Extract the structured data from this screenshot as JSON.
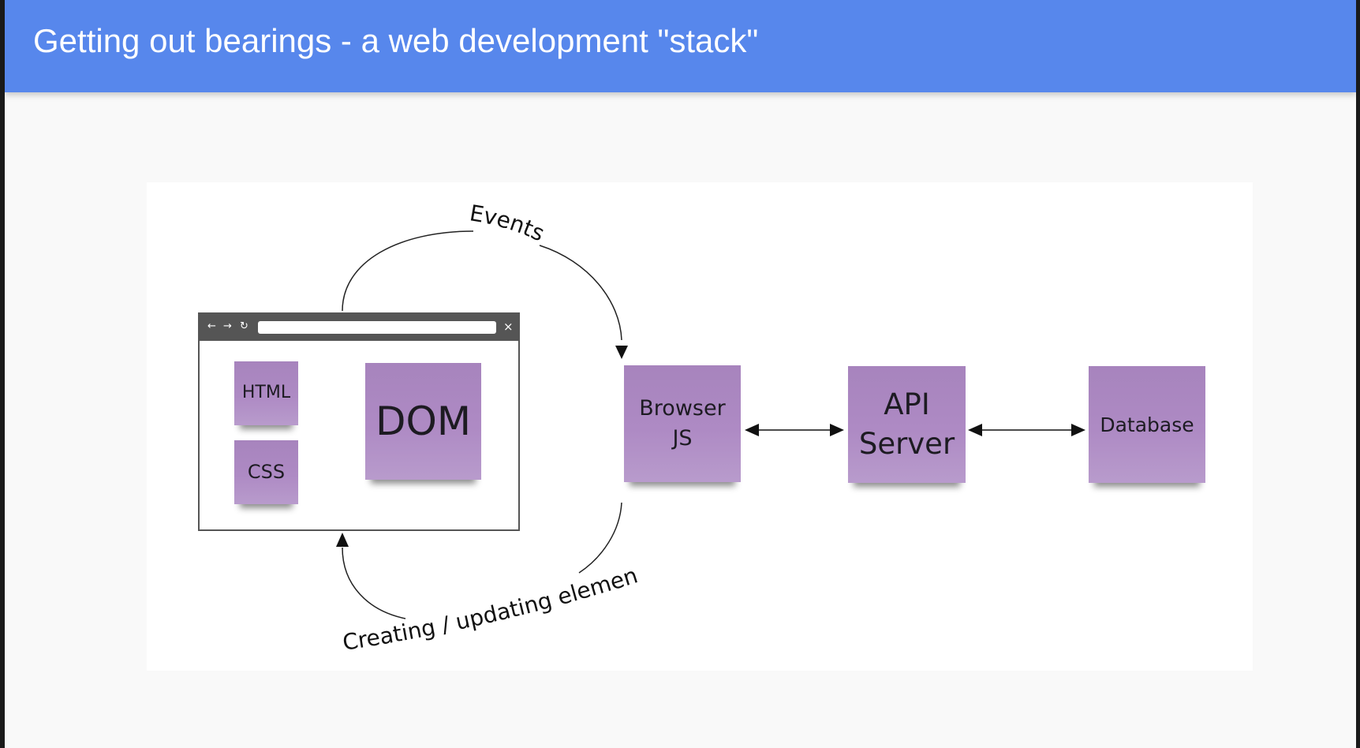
{
  "title": "Getting out bearings - a web development \"stack\"",
  "diagram": {
    "browser_window": {
      "back_icon": "←",
      "forward_icon": "→",
      "reload_icon": "↻",
      "close_icon": "×"
    },
    "notes": {
      "html": "HTML",
      "css": "CSS",
      "dom": "DOM",
      "browser_js_line1": "Browser",
      "browser_js_line2": "JS",
      "api_line1": "API",
      "api_line2": "Server",
      "database": "Database"
    },
    "labels": {
      "events": "Events",
      "creating_updating": "Creating / updating elements"
    },
    "colors": {
      "header": "#5787ec",
      "sticky_note": "#ae8ac4"
    }
  }
}
